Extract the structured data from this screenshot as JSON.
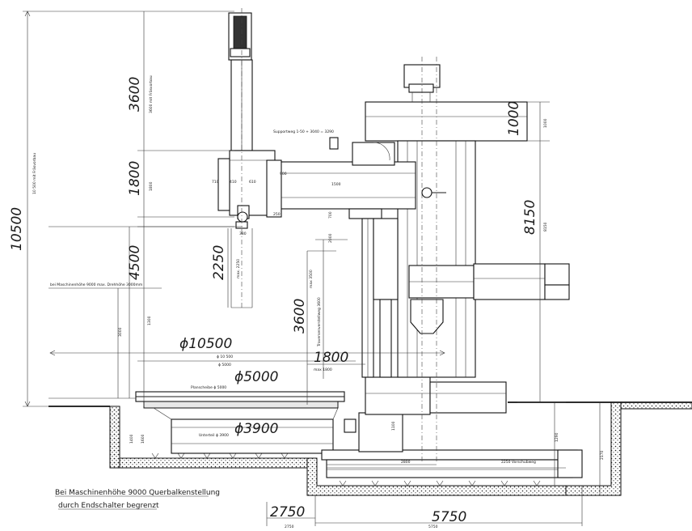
{
  "dimensions_large": {
    "overall_height": "10500",
    "ram_travel": "3600",
    "column_section": "1800",
    "lower_section": "4500",
    "ram_stroke": "2250",
    "crossrail_travel": "3600",
    "offset": "1800",
    "turning_diameter": "ϕ10500",
    "table_diameter": "ϕ5000",
    "base_diameter": "ϕ3900",
    "top_block": "1000",
    "column_height": "8150",
    "base_width": "5750",
    "foundation_width": "2750"
  },
  "dimensions_small": {
    "overall_note": "10 500 mit Fräsvorbau",
    "ram_note": "3600 mit Fräsvorbau",
    "slide_travel": "Supportweg 1-50 + 3040 = 3290",
    "dia_10500": "ϕ 10 500",
    "dia_5000": "ϕ 5000",
    "table_label": "Planscheibe ϕ 5000",
    "base_label": "Unterteil ϕ 3900",
    "height_note": "bei Maschinenhöhe 9000 max. Drehhöhe 3000mm",
    "crossrail_note": "Traversenverstellweg 3600",
    "max_stroke": "max. 2250",
    "max_1800": "max 1800",
    "feed_travel": "2250 Vorschubweg",
    "base_2800": "2800",
    "base_5750": "5750",
    "base_2750": "2750",
    "v_3000": "3000",
    "v_1300": "1300",
    "v_3500": "max 3500",
    "v_1400": "1400",
    "v_1600": "1600",
    "v_1290": "1290",
    "v_2170": "2170",
    "v_1000": "1000",
    "v_8150": "8150",
    "v_1800": "1800",
    "v_1500": "1500",
    "v_900": "900",
    "v_410": "410",
    "v_610": "610",
    "v_710": "710",
    "v_250": "250",
    "v_380": "380",
    "v_2000": "2000",
    "v_700": "700",
    "v_1100": "1100"
  },
  "notes": {
    "line1": "Bei Maschinenhöhe 9000 Querbalkenstellung",
    "line2": "durch Endschalter begrenzt"
  }
}
